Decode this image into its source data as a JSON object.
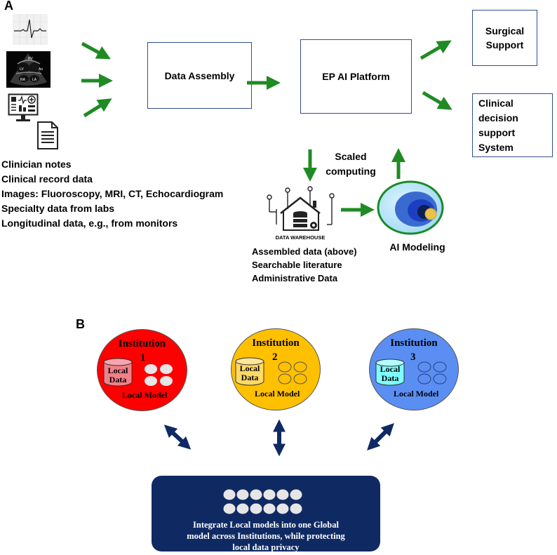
{
  "panel_a": {
    "label": "A",
    "boxes": {
      "data_assembly": "Data Assembly",
      "ep_platform": "EP AI Platform",
      "surgical_support": [
        "Surgical",
        "Support"
      ],
      "clinical_decision": [
        "Clinical",
        "decision",
        "support System"
      ]
    },
    "sources": [
      "Clinician notes",
      "Clinical record data",
      "Images: Fluoroscopy, MRI, CT, Echocardiogram",
      "Specialty data from labs",
      "Longitudinal data, e.g., from monitors"
    ],
    "scaled_computing": [
      "Scaled",
      "computing"
    ],
    "data_warehouse_label": "DATA WAREHOUSE",
    "warehouse_contents": [
      "Assembled data (above)",
      "Searchable literature",
      "Administrative Data"
    ],
    "ai_modeling": "AI Modeling",
    "echo_labels": [
      "RV",
      "LV",
      "RA",
      "LA",
      "Ao"
    ]
  },
  "panel_b": {
    "label": "B",
    "institutions": [
      {
        "title": "Institution",
        "number": "1",
        "db_label": [
          "Local",
          "Data"
        ],
        "model_label": "Local Model",
        "color": "#ff0000",
        "db_color": "#f2808a"
      },
      {
        "title": "Institution",
        "number": "2",
        "db_label": [
          "Local",
          "Data"
        ],
        "model_label": "Local Model",
        "color": "#ffc000",
        "db_color": "#ffd966"
      },
      {
        "title": "Institution",
        "number": "3",
        "db_label": [
          "Local",
          "Data"
        ],
        "model_label": "Local Model",
        "color": "#5a8ef2",
        "db_color": "#7fffff"
      }
    ],
    "global_text": [
      "Integrate Local models into one Global",
      "model across Institutions, while protecting",
      "local data privacy"
    ]
  },
  "colors": {
    "arrow_green": "#1f8b24",
    "box_border": "#2f4f8f",
    "navy": "#0f2a63"
  }
}
